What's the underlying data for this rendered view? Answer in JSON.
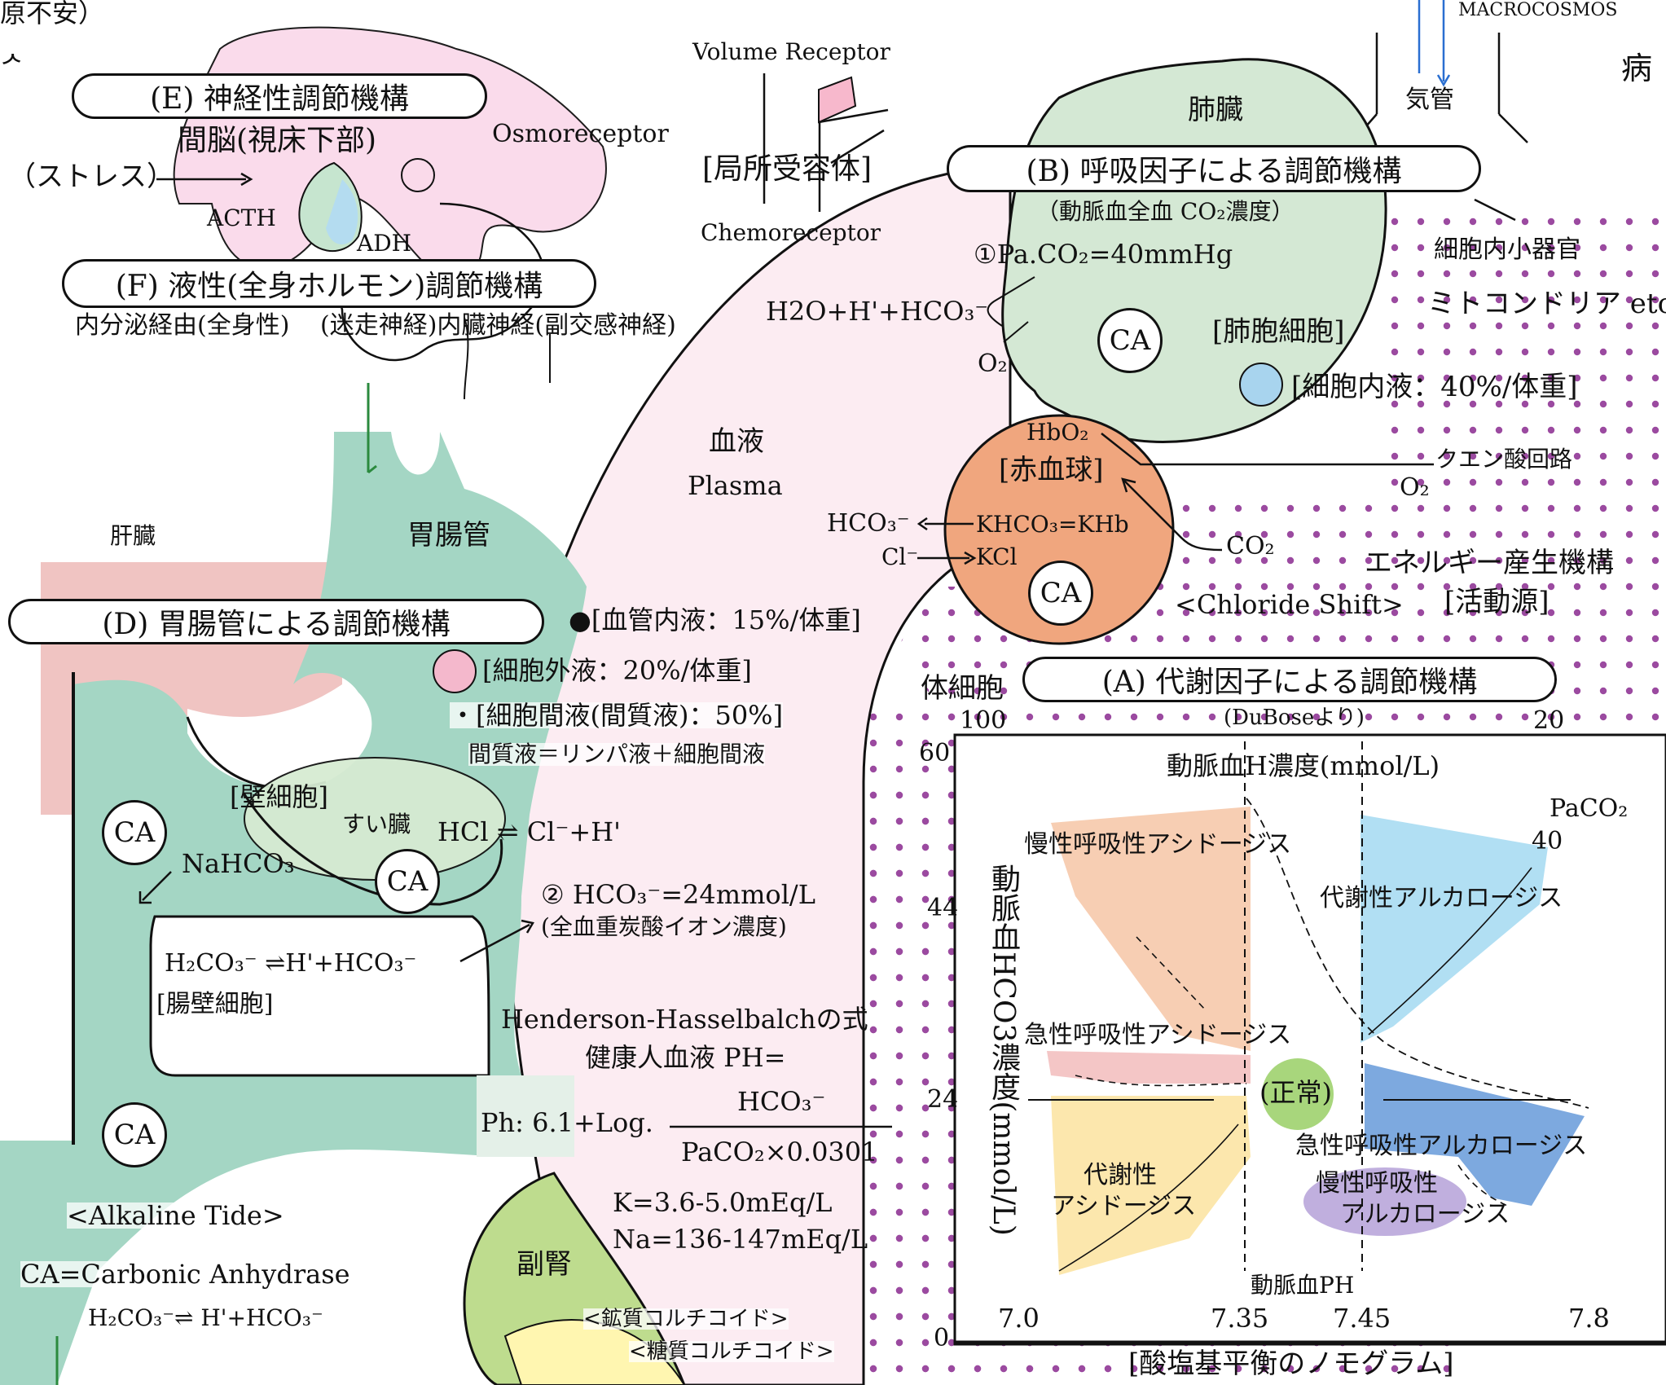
{
  "labels": {
    "top_left": "原不安）",
    "macrocosmos": "MACROCOSMOS",
    "disease": "病",
    "volume_receptor": "Volume Receptor",
    "local_receptor": "[局所受容体]",
    "chemoreceptor": "Chemoreceptor",
    "trachea": "気管",
    "lung": "肺臓",
    "osmoreceptor": "Osmoreceptor",
    "diencephalon": "間脳(視床下部)",
    "stress": "（ストレス）",
    "acth": "ACTH",
    "adh": "ADH",
    "endocrine_route": "内分泌経由(全身性)",
    "vagus_route": "(迷走神経)内臓神経(副交感神経)",
    "liver": "肝臓",
    "gi_tract": "胃腸管",
    "blood": "血液",
    "plasma": "Plasma",
    "co2_conc": "（動脈血全血 CO₂濃度）",
    "paco2_eq": "①Pa.CO₂=40mmHg",
    "h2o_eq": "H2O+H'+HCO₃⁻",
    "o2_lung": "O₂",
    "alveolar_cell": "[肺胞細胞]",
    "intracellular_fluid": "[細胞内液：40%/体重]",
    "organelles": "細胞内小器官",
    "mitochondria": "ミトコンドリア etc.",
    "hbo2": "HbO₂",
    "rbc": "[赤血球]",
    "citric_acid": "クエン酸回路",
    "o2_rbc": "O₂",
    "hco3_rbc": "HCO₃⁻",
    "khco3": "KHCO₃=KHb",
    "cl": "Cl⁻",
    "kcl": "KCl",
    "co2_rbc": "CO₂",
    "energy": "エネルギー産生機構",
    "activity": "[活動源]",
    "chloride_shift": "<Chloride Shift>",
    "intravascular": "●[血管内液：15%/体重]",
    "extracellular": "[細胞外液：20%/体重]",
    "interstitial": "・[細胞間液(間質液)：50%]",
    "interstitial_def": "間質液＝リンパ液＋細胞間液",
    "somatic_cell": "体細胞",
    "parietal_cell": "[壁細胞]",
    "pancreas": "すい臓",
    "hcl_eq": "HCl ⇌ Cl⁻+H'",
    "nahco3": "NaHCO₃",
    "hco3_eq": "② HCO₃⁻=24mmol/L",
    "hco3_total": "(全血重炭酸イオン濃度)",
    "h2co3_eq": "H₂CO₃⁻ ⇌H'+HCO₃⁻",
    "intestinal_cell": "[腸壁細胞]",
    "hh_title": "Henderson-Hasselbalchの式",
    "hh_healthy": "健康人血液 PH=",
    "hh_ph": "Ph: 6.1+Log.",
    "hh_num": "HCO₃⁻",
    "hh_den": "PaCO₂×0.0301",
    "k_range": "K=3.6-5.0mEq/L",
    "na_range": "Na=136-147mEq/L",
    "alkaline_tide": "<Alkaline Tide>",
    "ca_def": "CA=Carbonic Anhydrase",
    "h2co3_bottom": "H₂CO₃⁻⇌ H'+HCO₃⁻",
    "adrenal": "副腎",
    "mineralocorticoid": "<鉱質コルチコイド>",
    "glucocorticoid": "<糖質コルチコイド>",
    "ca": "CA"
  },
  "mechanisms": {
    "A": "(A) 代謝因子による調節機構",
    "B": "(B) 呼吸因子による調節機構",
    "D": "(D) 胃腸管による調節機構",
    "E": "(E) 神経性調節機構",
    "F": "(F) 液性(全身ホルモン)調節機構"
  },
  "nomogram": {
    "source": "(DuBoseより)",
    "top_axis_title": "動脈血H濃度(mmol/L)",
    "top_ticks": [
      "100",
      "20"
    ],
    "y_title": "動脈血HCO3濃度(mmol/L)",
    "y_ticks": [
      "60",
      "44",
      "24",
      "0"
    ],
    "x_title": "動脈血PH",
    "x_ticks": [
      "7.0",
      "7.35",
      "7.45",
      "7.8"
    ],
    "paco2": "PaCO₂",
    "paco2_val": "40",
    "caption": "[酸塩基平衡のノモグラム]",
    "regions": {
      "chronic_resp_acidosis": "慢性呼吸性アシドージス",
      "acute_resp_acidosis": "急性呼吸性アシドージス",
      "metabolic_alkalosis": "代謝性アルカロージス",
      "normal": "(正常)",
      "acute_resp_alkalosis": "急性呼吸性アルカロージス",
      "chronic_resp_alkalosis_1": "慢性呼吸性",
      "chronic_resp_alkalosis_2": "アルカロージス",
      "metabolic_acidosis_1": "代謝性",
      "metabolic_acidosis_2": "アシドージス"
    },
    "colors": {
      "chronic_resp_acidosis": "#f6c6a6",
      "acute_resp_acidosis": "#f2bcbc",
      "metabolic_alkalosis": "#a9dcf2",
      "normal": "#a8d67c",
      "acute_resp_alkalosis": "#6fa0dc",
      "chronic_resp_alkalosis": "#b9a6da",
      "metabolic_acidosis": "#fce4a4"
    }
  },
  "colors": {
    "gi_green": "#a4d6c4",
    "plasma_pink": "#fcecf2",
    "lung_green": "#d4e8d4",
    "rbc_orange": "#f0a67e",
    "brain_pink": "#fadaea",
    "liver_pink": "#f0c4c2",
    "pancreas": "#d6ebd2",
    "adrenal": "#bedc8e",
    "dots": "#9b4aa0"
  }
}
